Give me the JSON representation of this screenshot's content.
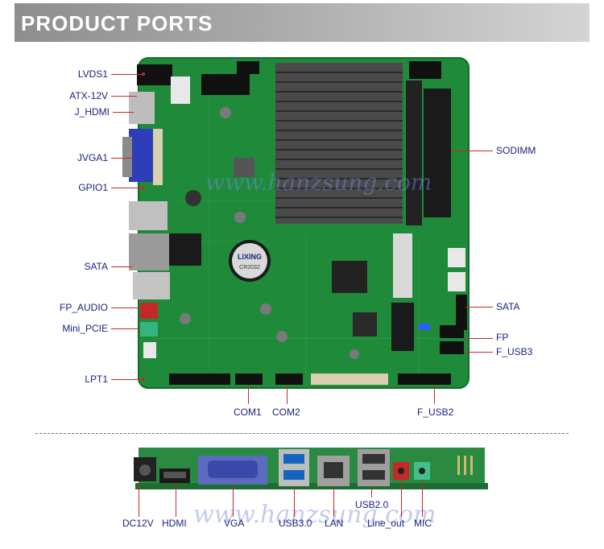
{
  "header": {
    "title": "PRODUCT PORTS"
  },
  "board_labels": {
    "lvds1": "LVDS1",
    "atx12v": "ATX-12V",
    "j_hdmi": "J_HDMI",
    "jvga1": "JVGA1",
    "gpio1": "GPIO1",
    "sata_left": "SATA",
    "fp_audio": "FP_AUDIO",
    "mini_pcie": "Mini_PCIE",
    "lpt1": "LPT1",
    "sodimm": "SODIMM",
    "sata_right": "SATA",
    "fp": "FP",
    "f_usb3": "F_USB3",
    "com1": "COM1",
    "com2": "COM2",
    "f_usb2": "F_USB2"
  },
  "chip_text": {
    "rtc_battery": "LIXING",
    "rtc_model": "CR2032"
  },
  "io_labels": {
    "dc12v": "DC12V",
    "hdmi": "HDMI",
    "vga": "VGA",
    "usb30": "USB3.0",
    "lan": "LAN",
    "usb20": "USB2.0",
    "line_out": "Line_out",
    "mic": "MIC"
  },
  "watermark": "www.hanzsung.com",
  "colors": {
    "label": "#1a237e",
    "leader": "#c62828",
    "pcb": "#1f8a3a",
    "banner": "#9e9e9e"
  }
}
